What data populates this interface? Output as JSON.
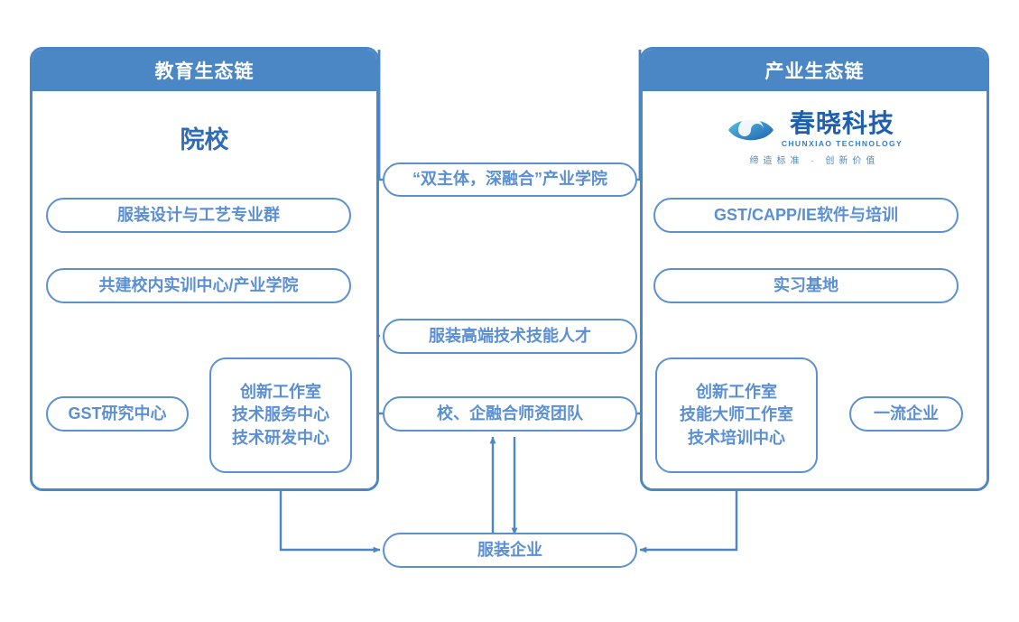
{
  "diagram": {
    "title_left": "教育生态链",
    "title_right": "产业生态链",
    "section_left": "院校",
    "brand": {
      "name_cn": "春晓科技",
      "name_en": "CHUNXIAO TECHNOLOGY",
      "tagline": "缔造标准 · 创新价值",
      "mark": "eye-swirl-logo-icon",
      "color": "#1f5fae"
    },
    "colors": {
      "header_blue": "#4a87c4",
      "border_blue": "#5b91cf",
      "text_blue": "#5b8fd4",
      "title_blue": "#2f6cb5",
      "wire_blue": "#4a87c4",
      "background": "#ffffff"
    },
    "nodes": {
      "bridge_academy": "“双主体，深融合”产业学院",
      "left_major": "服装设计与工艺专业群",
      "left_training": "共建校内实训中心/产业学院",
      "right_software": "GST/CAPP/IE软件与培训",
      "right_base": "实习基地",
      "talent": "服装高端技术技能人才",
      "left_studio": [
        "创新工作室",
        "技术服务中心",
        "技术研发中心"
      ],
      "right_studio": [
        "创新工作室",
        "技能大师工作室",
        "技术培训中心"
      ],
      "gst_center": "GST研究中心",
      "faculty_team": "校、企融合师资团队",
      "top_enterprise": "一流企业",
      "garment_enterprise": "服装企业"
    }
  }
}
